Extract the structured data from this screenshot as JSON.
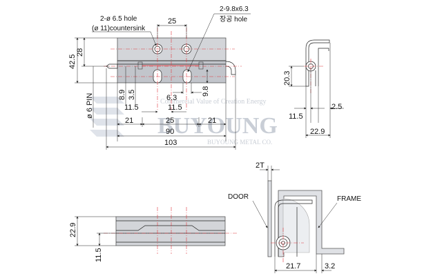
{
  "watermark": {
    "slogan": "Commercial Value of Creation Energy",
    "brand": "BUYOUNG",
    "company": "BUYOUNG METAL CO."
  },
  "front_view": {
    "hole_note_1": "2-ø 6.5 hole",
    "hole_note_2": "(ø 11)countersink",
    "slot_note_1": "2-9.8x6.3",
    "slot_note_2": "장공 hole",
    "dim_25_top": "25",
    "dim_42_5": "42.5",
    "dim_28": "28",
    "dim_8_9": "8.9",
    "dim_3_5": "3.5",
    "dim_6_3": "6.3",
    "dim_9_8": "9.8",
    "pin_label": "ø 6 PIN",
    "dim_11_5_a": "11.5",
    "dim_11_5_b": "11.5",
    "dim_21_a": "21",
    "dim_25_mid": "25",
    "dim_21_b": "21",
    "dim_90": "90",
    "dim_103": "103"
  },
  "side_view": {
    "dim_20_3": "20.3",
    "dim_11_5": "11.5",
    "dim_2_5": "2.5",
    "dim_22_9": "22.9"
  },
  "bottom_view": {
    "dim_22_9": "22.9",
    "dim_11_5": "11.5"
  },
  "assembly_view": {
    "dim_2t": "2T",
    "door_label": "DOOR",
    "frame_label": "FRAME",
    "dim_21_7": "21.7",
    "dim_3_2": "3.2"
  }
}
